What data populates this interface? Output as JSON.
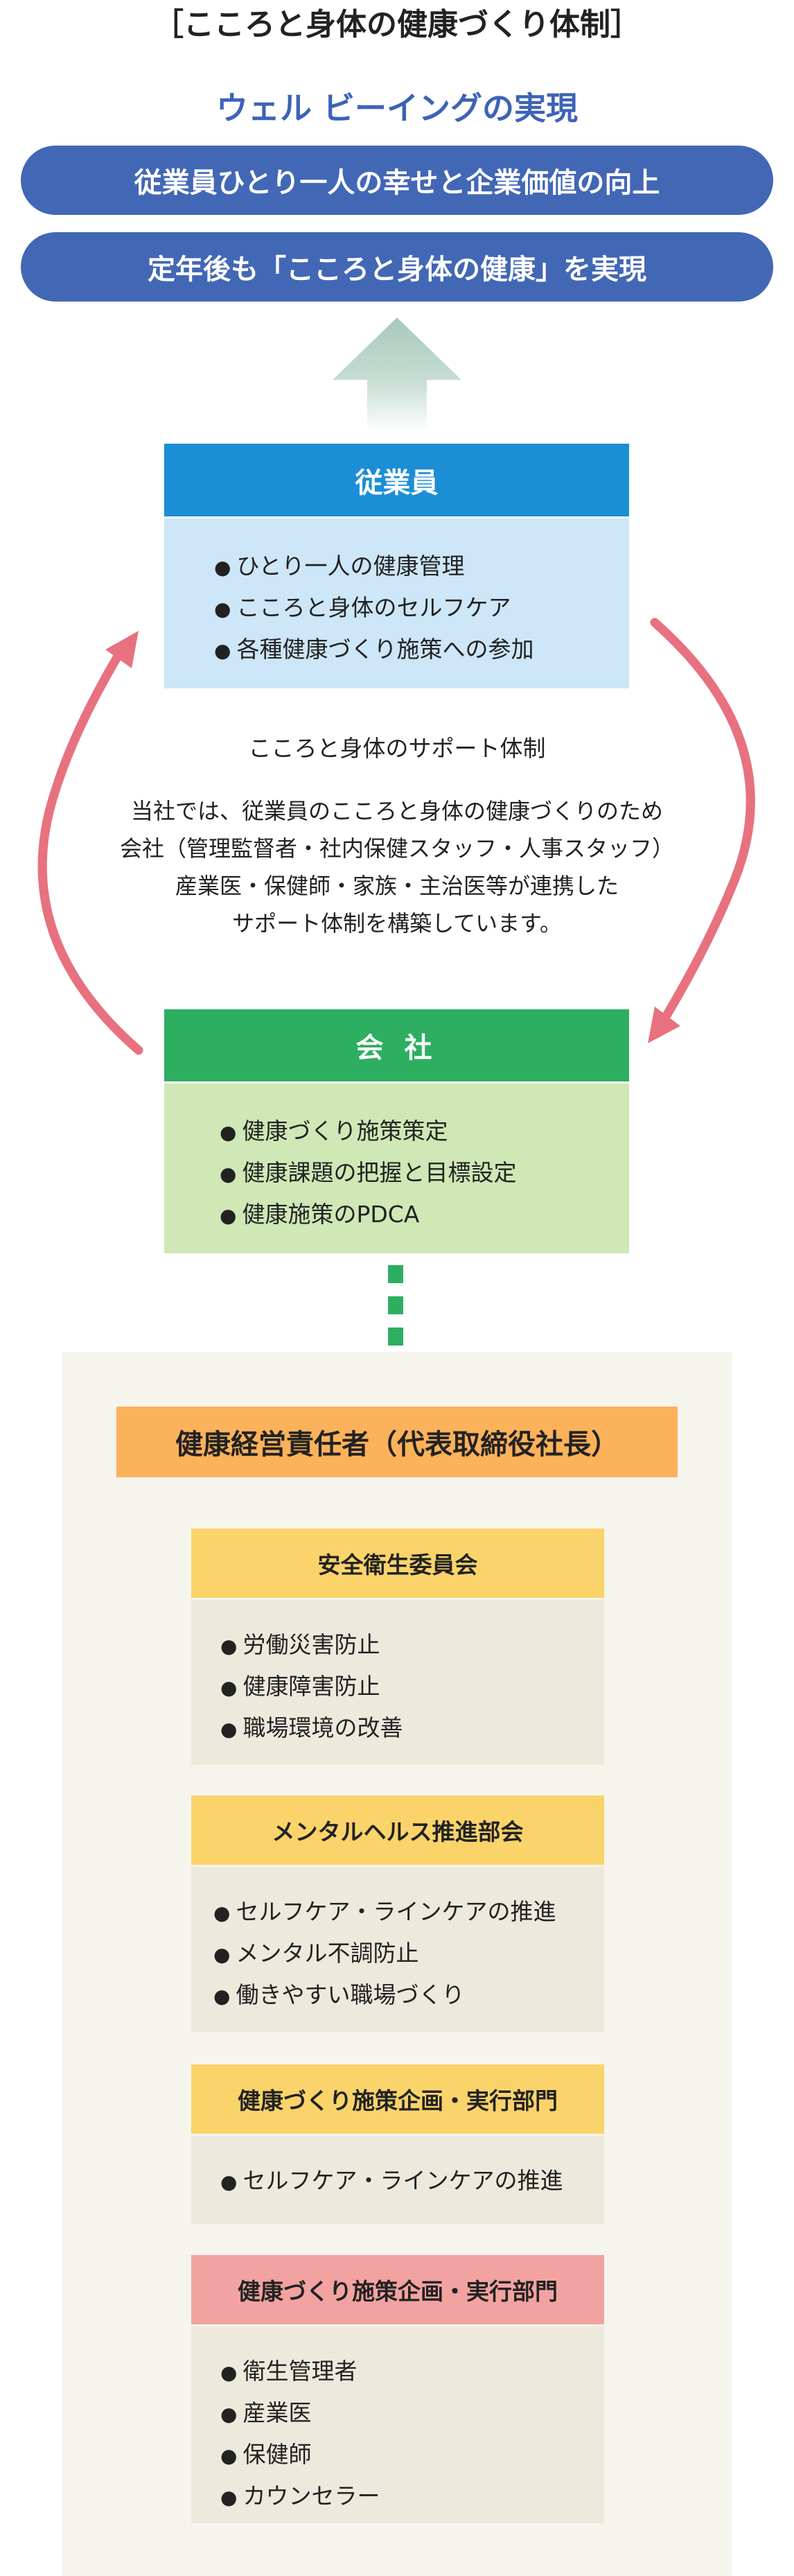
{
  "title": "［こころと身体の健康づくり体制］",
  "wellbeing": {
    "title": "ウェル ビーイングの実現",
    "goals": [
      "従業員ひとり一人の幸せと企業価値の向上",
      "定年後も「こころと身体の健康」を実現"
    ]
  },
  "employee": {
    "header": "従業員",
    "items": [
      "ひとり一人の健康管理",
      "こころと身体のセルフケア",
      "各種健康づくり施策への参加"
    ]
  },
  "support": {
    "title": "こころと身体のサポート体制",
    "lines": [
      "当社では、従業員のこころと身体の健康づくりのため",
      "会社（管理監督者・社内保健スタッフ・人事スタッフ）",
      "産業医・保健師・家族・主治医等が連携した",
      "サポート体制を構築しています。"
    ]
  },
  "company": {
    "header": "会 社",
    "items": [
      "健康づくり施策策定",
      "健康課題の把握と目標設定",
      "健康施策のPDCA"
    ]
  },
  "organization": {
    "leader": "健康経営責任者（代表取締役社長）",
    "sections": [
      {
        "header": "安全衛生委員会",
        "items": [
          "労働災害防止",
          "健康障害防止",
          "職場環境の改善"
        ]
      },
      {
        "header": "メンタルヘルス推進部会",
        "items": [
          "セルフケア・ラインケアの推進",
          "メンタル不調防止",
          "働きやすい職場づくり"
        ]
      },
      {
        "header": "健康づくり施策企画・実行部門",
        "items": [
          "セルフケア・ラインケアの推進"
        ]
      },
      {
        "header": "健康づくり施策企画・実行部門",
        "items": [
          "衛生管理者",
          "産業医",
          "保健師",
          "カウンセラー"
        ]
      }
    ]
  },
  "colors": {
    "wellbeing_blue": "#4267b5",
    "employee_blue": "#1b8ed6",
    "company_green": "#2eae60",
    "cycle_arrow_pink": "#e8717f",
    "leader_orange": "#fbb25a",
    "section_yellow": "#fad46a",
    "section_pink": "#f2a3a1"
  }
}
